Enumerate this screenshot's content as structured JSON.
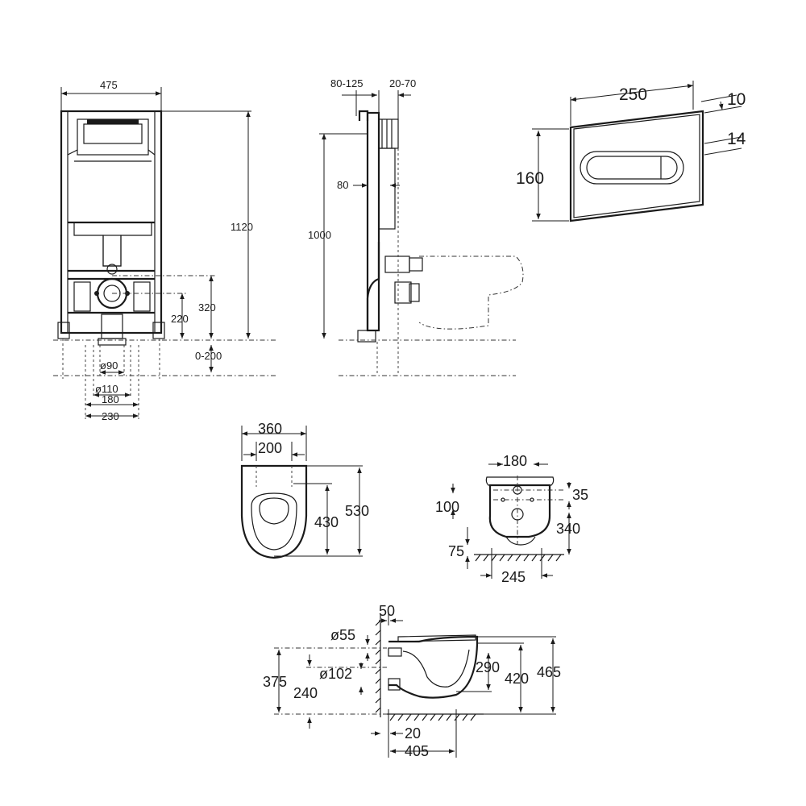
{
  "frame_front": {
    "width": "475",
    "height": "1120",
    "outlet_height": "320",
    "inlet_height": "220",
    "floor_adjust": "0-200",
    "pipe_d90": "ø90",
    "pipe_d110": "ø110",
    "spacing_180": "180",
    "spacing_230": "230"
  },
  "frame_side": {
    "depth_1": "80-125",
    "depth_2": "20-70",
    "offset": "80",
    "height": "1000"
  },
  "flush_plate": {
    "width": "250",
    "height": "160",
    "thickness_1": "10",
    "thickness_2": "14"
  },
  "bowl_top": {
    "width": "360",
    "inner_width": "200",
    "length_inner": "430",
    "length": "530"
  },
  "bowl_rear": {
    "fixing_spacing": "180",
    "fixing_top": "35",
    "fixing_depth": "100",
    "height": "340",
    "base": "75",
    "width": "245"
  },
  "bowl_side": {
    "wall_gap": "50",
    "inlet_d": "ø55",
    "outlet_d": "ø102",
    "outlet_height": "375",
    "outlet_center": "240",
    "inlet_height": "290",
    "rim_height": "420",
    "total_height": "465",
    "wall_offset": "20",
    "length": "405"
  }
}
